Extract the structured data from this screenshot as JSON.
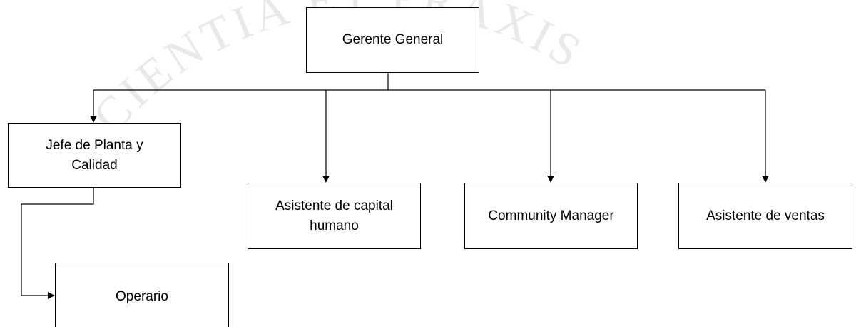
{
  "colors": {
    "line": "#000000",
    "box_border": "#000000",
    "background": "#ffffff",
    "watermark": "#e9e9e9"
  },
  "watermark_text": "CIENTIA ET PRAXIS",
  "nodes": {
    "gerente": {
      "label_line1": "Gerente General"
    },
    "jefe": {
      "label_line1": "Jefe de Planta y",
      "label_line2": "Calidad"
    },
    "operario": {
      "label_line1": "Operario"
    },
    "asistente_capital": {
      "label_line1": "Asistente de capital",
      "label_line2": "humano"
    },
    "community": {
      "label_line1": "Community Manager"
    },
    "ventas": {
      "label_line1": "Asistente de ventas"
    }
  },
  "edges": [
    {
      "from": "Gerente General",
      "to": "Jefe de Planta y Calidad"
    },
    {
      "from": "Gerente General",
      "to": "Asistente de capital humano"
    },
    {
      "from": "Gerente General",
      "to": "Community Manager"
    },
    {
      "from": "Gerente General",
      "to": "Asistente de ventas"
    },
    {
      "from": "Jefe de Planta y Calidad",
      "to": "Operario"
    }
  ]
}
